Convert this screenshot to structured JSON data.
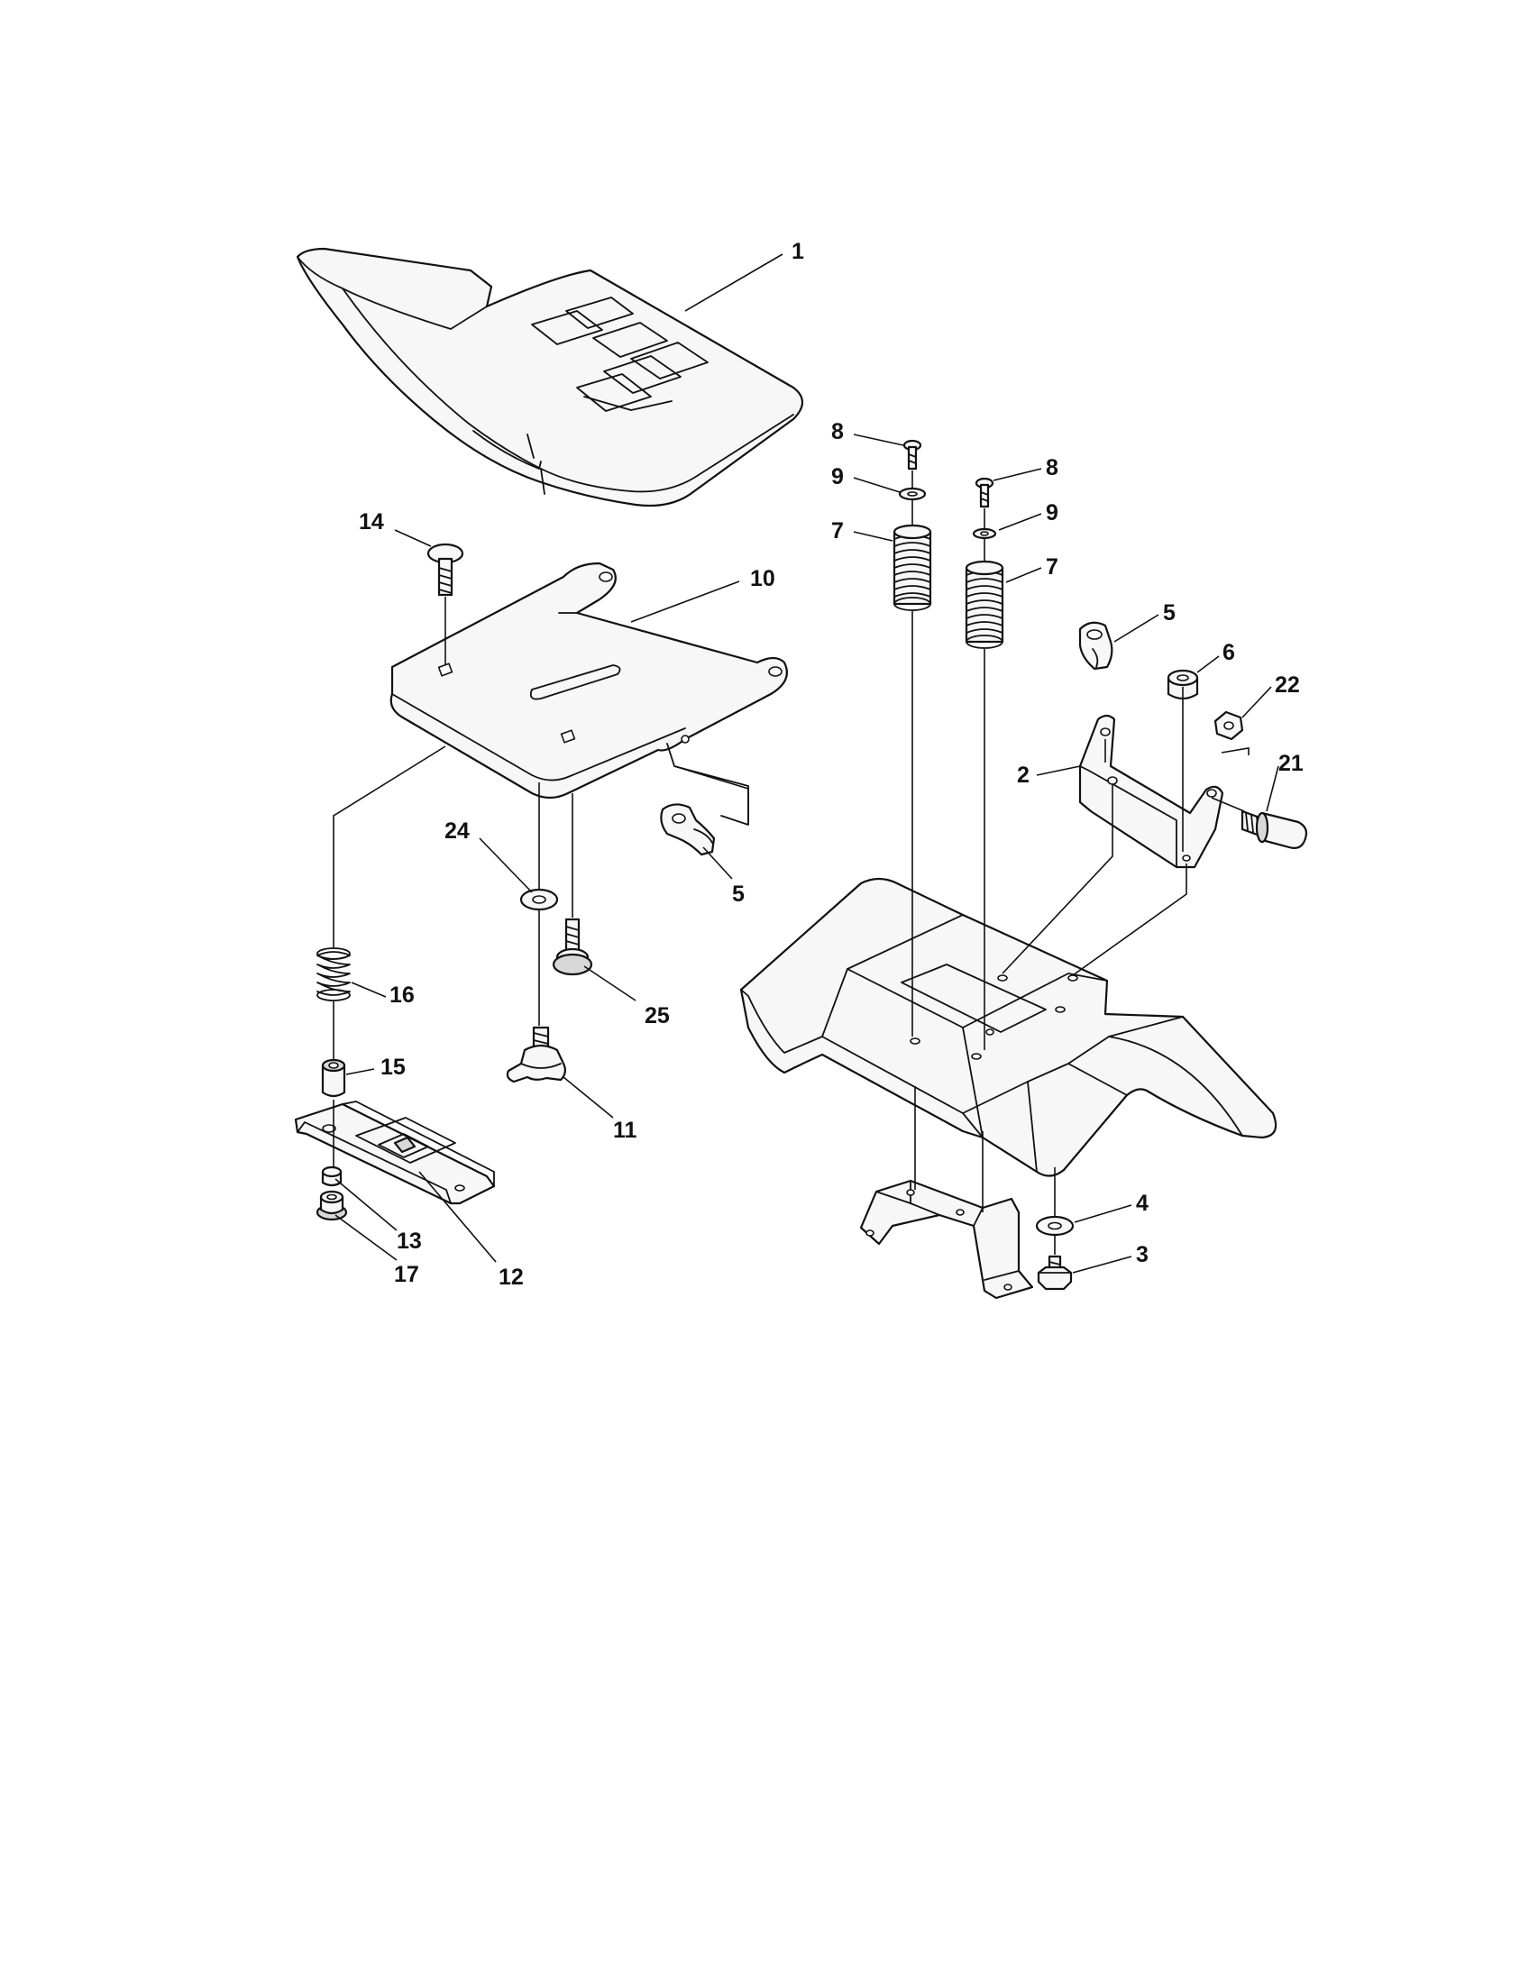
{
  "diagram": {
    "callouts": {
      "c1": "1",
      "c2": "2",
      "c3": "3",
      "c4": "4",
      "c5_left": "5",
      "c5_right": "5",
      "c6": "6",
      "c7_left": "7",
      "c7_right": "7",
      "c8_left": "8",
      "c8_right": "8",
      "c9_left": "9",
      "c9_right": "9",
      "c10": "10",
      "c11": "11",
      "c12": "12",
      "c13": "13",
      "c14": "14",
      "c15": "15",
      "c16": "16",
      "c17": "17",
      "c21": "21",
      "c22": "22",
      "c24": "24",
      "c25": "25"
    }
  }
}
